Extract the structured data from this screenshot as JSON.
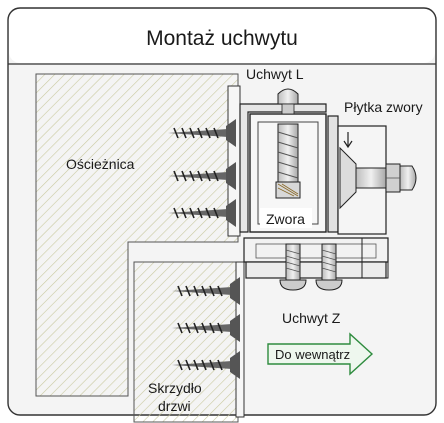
{
  "title": "Montaż uchwytu",
  "labels": {
    "uchwyt_l": "Uchwyt L",
    "plytka": "Płytka zwory",
    "oscieznica": "Ościeżnica",
    "zwora": "Zwora",
    "uchwyt_z": "Uchwyt Z",
    "direction": "Do wewnątrz",
    "skrzydlo_line1": "Skrzydło",
    "skrzydlo_line2": "drzwi"
  },
  "colors": {
    "line": "#222222",
    "hatch": "#c9c9a0",
    "panel": "#f2f2f2",
    "metal": "#d8d8d8",
    "arrow_fill": "#eef7ee",
    "arrow_stroke": "#2e8b3e"
  }
}
